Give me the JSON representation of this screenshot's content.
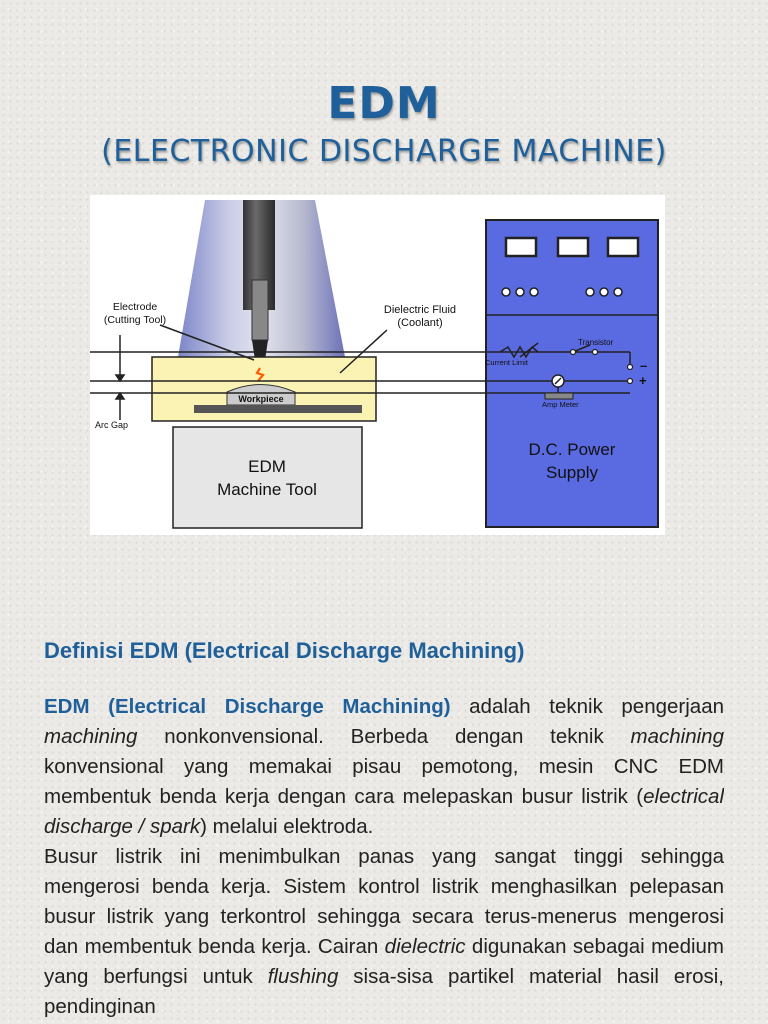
{
  "slide": {
    "title": "EDM",
    "subtitle": "(ELECTRONIC DISCHARGE MACHINE)"
  },
  "diagram": {
    "labels": {
      "electrode_line1": "Electrode",
      "electrode_line2": "(Cutting Tool)",
      "dielectric_line1": "Dielectric Fluid",
      "dielectric_line2": "(Coolant)",
      "workpiece": "Workpiece",
      "arc_gap": "Arc Gap",
      "machine_line1": "EDM",
      "machine_line2": "Machine Tool",
      "power_line1": "D.C. Power",
      "power_line2": "Supply",
      "transistor": "Transistor",
      "current_limit": "Current Limit",
      "amp_meter": "Amp Meter",
      "minus": "–",
      "plus": "+"
    },
    "colors": {
      "panel_blue": "#5a6ae0",
      "fluid_yellow": "#faf3b4",
      "spark": "#ff5a00"
    }
  },
  "section": {
    "heading": "Definisi EDM (Electrical Discharge Machining)",
    "p1": {
      "term": "EDM (Electrical Discharge Machining)",
      "t1": " adalah teknik pengerjaan ",
      "e1": "machining",
      "t2": " nonkonvensional. Berbeda dengan teknik ",
      "e2": "machining",
      "t3": " konvensional yang memakai pisau pemotong, mesin CNC EDM membentuk benda kerja dengan cara melepaskan busur listrik (",
      "e3": "electrical discharge / spark",
      "t4": ") melalui elektroda."
    },
    "p2": {
      "t1": "Busur listrik ini menimbulkan panas yang sangat tinggi sehingga mengerosi benda kerja. Sistem kontrol listrik menghasilkan pelepasan busur listrik yang terkontrol sehingga secara terus-menerus mengerosi dan membentuk benda kerja. Cairan ",
      "e1": "dielectric",
      "t2": " digunakan sebagai medium yang berfungsi untuk ",
      "e2": "flushing",
      "t3": " sisa-sisa partikel material hasil erosi, pendinginan"
    }
  }
}
